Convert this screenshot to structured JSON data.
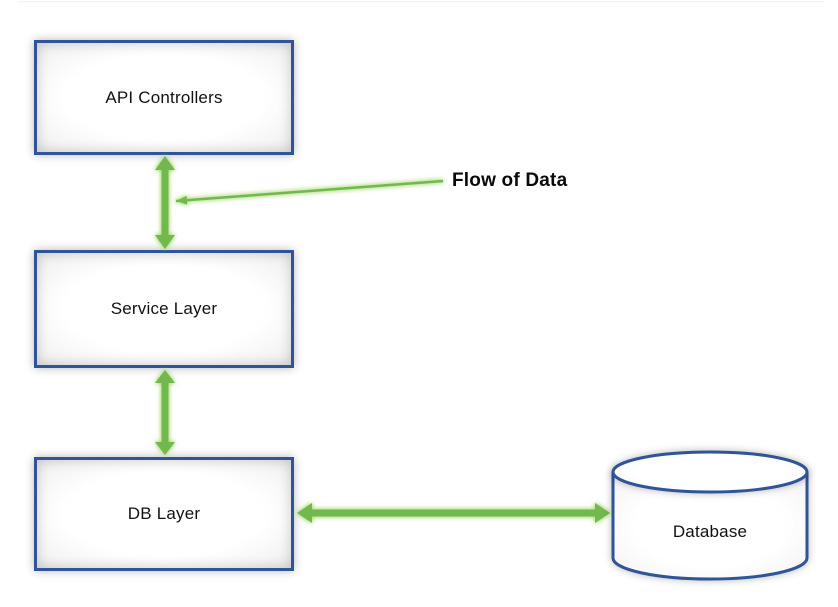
{
  "diagram": {
    "annotation_label": "Flow of Data",
    "nodes": [
      {
        "id": "api-controllers",
        "label": "API Controllers",
        "shape": "rectangle"
      },
      {
        "id": "service-layer",
        "label": "Service Layer",
        "shape": "rectangle"
      },
      {
        "id": "db-layer",
        "label": "DB Layer",
        "shape": "rectangle"
      },
      {
        "id": "database",
        "label": "Database",
        "shape": "cylinder"
      }
    ],
    "connections": [
      {
        "from": "api-controllers",
        "to": "service-layer",
        "type": "bidirectional-arrow"
      },
      {
        "from": "service-layer",
        "to": "db-layer",
        "type": "bidirectional-arrow"
      },
      {
        "from": "db-layer",
        "to": "database",
        "type": "bidirectional-arrow"
      },
      {
        "from": "annotation",
        "to": "api-service-arrow",
        "type": "callout-pointer"
      }
    ],
    "colors": {
      "box_border": "#2F5597",
      "box_fill": "#ffffff",
      "arrow": "#72B94D",
      "arrow_glow": "#B7E394",
      "label_text": "#000000"
    }
  }
}
